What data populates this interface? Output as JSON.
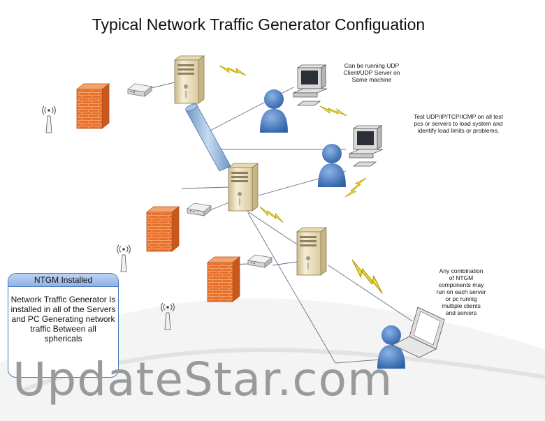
{
  "diagram": {
    "title": "Typical Network Traffic Generator Configuation",
    "notes": {
      "udp_same_machine": "Can be running UDP Client/UDP Server on Same machine",
      "test_protocols": "Test UDP/IP/TCP/ICMP on all test pcs or servers to load system and identify load limits or problems.",
      "any_combination": "Any combination of NTGM components may run on each server or pc runnig multiple clients and servers"
    },
    "panel": {
      "heading": "NTGM Installed",
      "text": "Network Traffic Generator Is installed in all of the Servers and PC Generating network traffic Between all sphericals"
    },
    "watermark": "UpdateStar.com",
    "icons": [
      "firewall-icon",
      "router-icon",
      "server-icon",
      "wireless-antenna-icon",
      "desktop-computer-icon",
      "user-icon",
      "laptop-icon",
      "lightning-bolt-icon",
      "pipe-icon"
    ],
    "colors": {
      "firewall": "#e8702a",
      "user": "#4d7fc1",
      "server": "#ede2bf",
      "pipe": "#8fb3d9",
      "bolt": "#f2e23a",
      "panel_border": "#4a78b8"
    }
  }
}
